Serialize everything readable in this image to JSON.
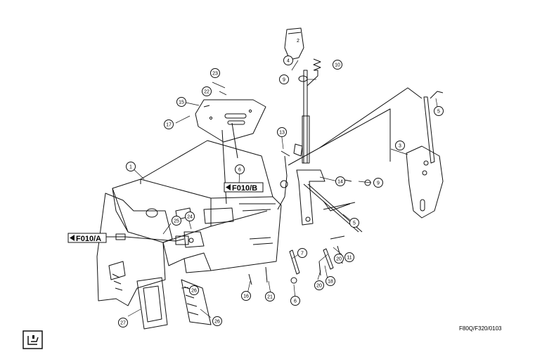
{
  "drawing_code": "F80Q/F320/0103",
  "references": [
    {
      "id": "ref-a",
      "text": "F010/A"
    },
    {
      "id": "ref-b",
      "text": "F010/B"
    }
  ],
  "callouts": [
    "1",
    "2",
    "3",
    "4",
    "5",
    "5",
    "6",
    "6",
    "7",
    "9",
    "9",
    "10",
    "11",
    "13",
    "14",
    "15",
    "16",
    "17",
    "18",
    "20",
    "20",
    "21",
    "22",
    "23",
    "24",
    "25",
    "26",
    "26",
    "27"
  ],
  "corner_symbol": "seat-symbol-icon",
  "colors": {
    "line": "#111111",
    "background": "#ffffff"
  }
}
